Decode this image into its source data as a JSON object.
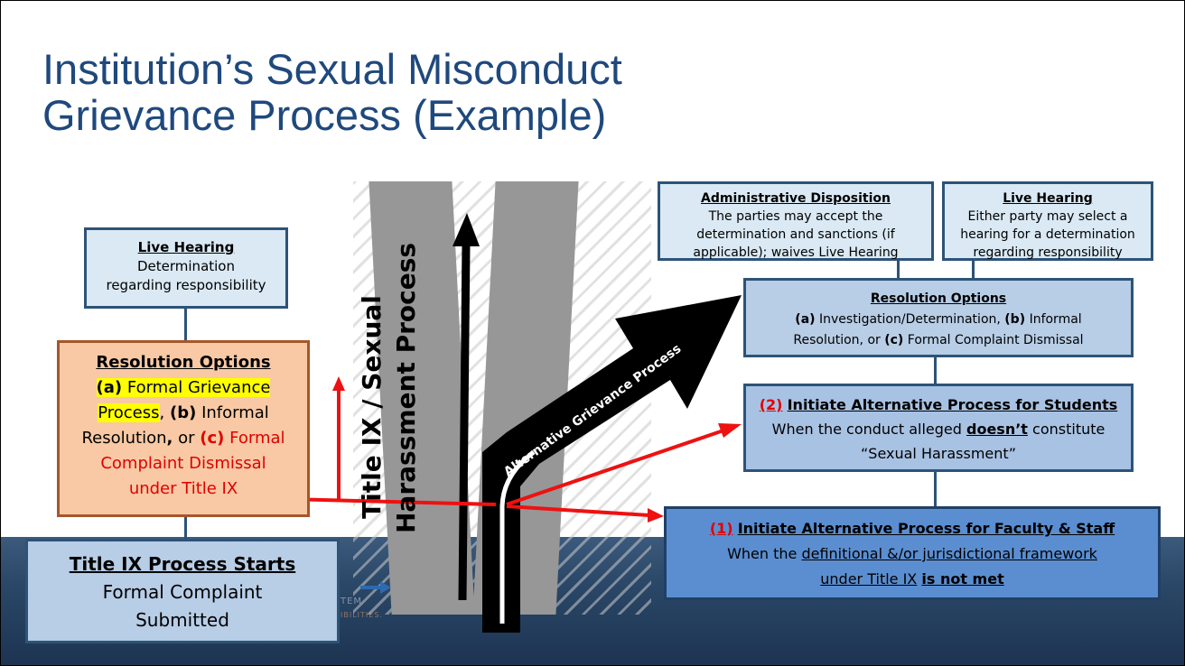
{
  "title": {
    "line1": "Institution’s Sexual Misconduct",
    "line2": "Grievance Process (Example)"
  },
  "road_labels": {
    "title_ix_line1": "Title IX / Sexual",
    "title_ix_line2": "Harassment Process",
    "alternative": "Alternative Grievance Process"
  },
  "left": {
    "live_hearing": {
      "title": "Live Hearing",
      "line1": "Determination",
      "line2": "regarding responsibility"
    },
    "resolution": {
      "title": "Resolution Options",
      "a_label": "(a)",
      "a_text1": "Formal Grievance",
      "a_text2": "Process",
      "comma1": ",",
      "b_label": "(b)",
      "b_text": "Informal",
      "resolution_word": "Resolution",
      "comma2": ",",
      "or": "or",
      "c_label": "(c)",
      "c_text1": "Formal",
      "c_text2": "Complaint Dismissal",
      "c_text3": "under Title IX"
    },
    "start": {
      "title": "Title IX Process Starts",
      "line1": "Formal Complaint",
      "line2": "Submitted"
    }
  },
  "right": {
    "admin": {
      "title": "Administrative Disposition",
      "line1": "The parties may accept the",
      "line2": "determination and sanctions (if",
      "line3": "applicable); waives Live Hearing"
    },
    "live_hearing": {
      "title": "Live Hearing",
      "line1": "Either party may select a",
      "line2": "hearing for a determination",
      "line3": "regarding responsibility"
    },
    "resolution": {
      "title": "Resolution Options",
      "a_label": "(a)",
      "a_text": "Investigation/Determination,",
      "b_label": "(b)",
      "b_text": "Informal",
      "line2_pre": "Resolution, or",
      "c_label": "(c)",
      "c_text": "Formal Complaint Dismissal"
    },
    "students": {
      "num": "(2)",
      "title": "Initiate Alternative Process for Students",
      "line1_pre": "When the conduct alleged",
      "line1_bold": "doesn’t",
      "line1_post": "constitute",
      "line2": "“Sexual Harassment”"
    },
    "faculty": {
      "num": "(1)",
      "title": "Initiate Alternative Process for Faculty & Staff",
      "line1_pre": "When the",
      "line1_u": "definitional &/or jurisdictional framework",
      "line2_u": "under Title IX",
      "line2_bold": "is not met"
    }
  },
  "logo": {
    "line1": "TEM",
    "line2": "IBILITIES."
  },
  "colors": {
    "title": "#1f497d",
    "red": "#e00000",
    "highlight": "#ffff00",
    "footer": "#2b4868"
  }
}
